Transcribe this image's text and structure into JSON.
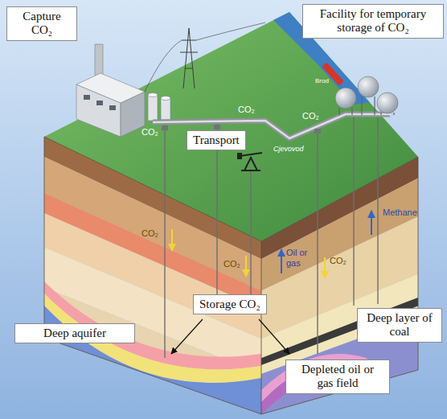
{
  "diagram": {
    "nodes": [
      {
        "text": [
          "Capture CO₂"
        ]
      },
      {
        "text": [
          "Facility for temporary storage of CO₂"
        ]
      },
      {
        "text": [
          "Transport"
        ]
      },
      {
        "text": [
          "Storage CO₂"
        ]
      },
      {
        "text": [
          "Deep layer of coal"
        ]
      },
      {
        "text": [
          "Deep aquifer"
        ]
      },
      {
        "text": [
          "Depleted oil or gas field"
        ]
      }
    ],
    "labels": [
      "Brod",
      "Cjevovod",
      "CO₂",
      "CO₂",
      "CO₂",
      "CO₂",
      "CO₂",
      "CO₂",
      "Methane",
      "Oil or gas"
    ]
  }
}
